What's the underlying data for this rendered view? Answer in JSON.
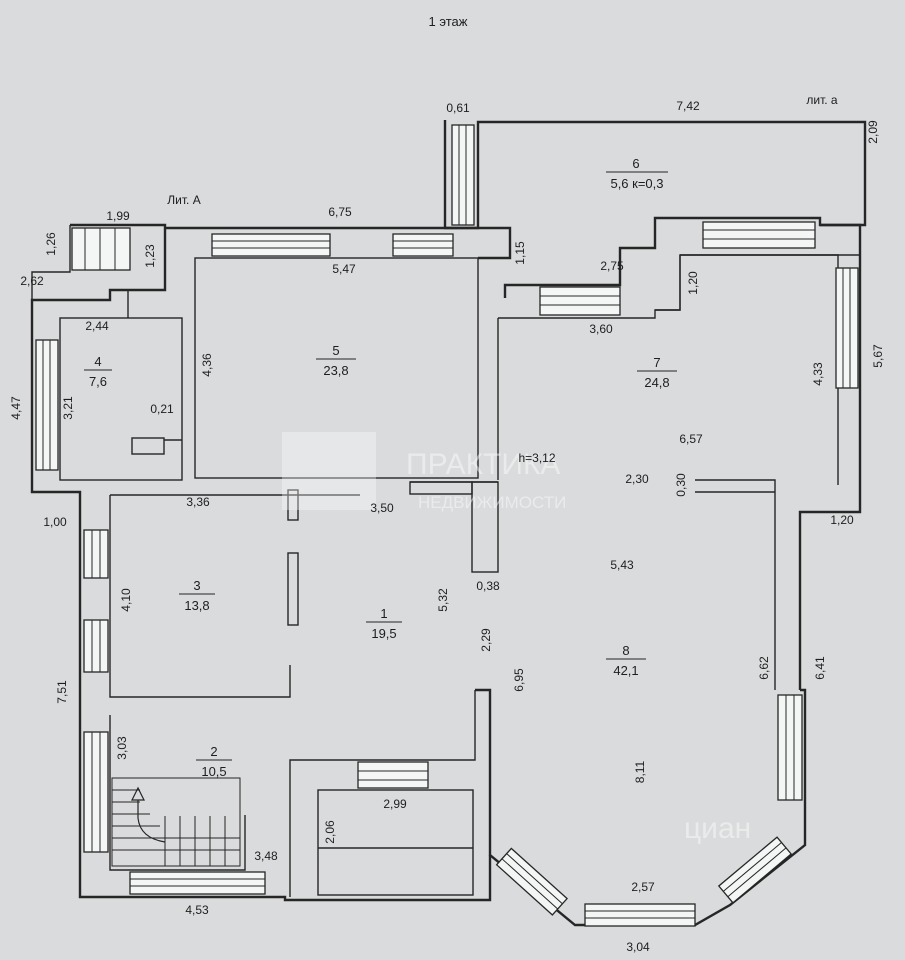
{
  "page": {
    "title": "1 этаж",
    "lit_big": "Лит. А",
    "lit_small": "лит. а",
    "ceiling_height": "h=3,12"
  },
  "rooms": [
    {
      "id": "1",
      "number": "1",
      "area": "19,5"
    },
    {
      "id": "2",
      "number": "2",
      "area": "10,5"
    },
    {
      "id": "3",
      "number": "3",
      "area": "13,8"
    },
    {
      "id": "4",
      "number": "4",
      "area": "7,6"
    },
    {
      "id": "5",
      "number": "5",
      "area": "23,8"
    },
    {
      "id": "6",
      "number": "6",
      "area": "5,6 к=0,3"
    },
    {
      "id": "7",
      "number": "7",
      "area": "24,8"
    },
    {
      "id": "8",
      "number": "8",
      "area": "42,1"
    }
  ],
  "dimensions": [
    "0,61",
    "7,42",
    "2,09",
    "1,99",
    "6,75",
    "1,26",
    "1,23",
    "1,15",
    "2,62",
    "5,47",
    "2,75",
    "1,20",
    "2,44",
    "3,60",
    "4,36",
    "4,33",
    "5,67",
    "4,47",
    "3,21",
    "0,21",
    "6,57",
    "2,30",
    "0,30",
    "3,36",
    "3,50",
    "1,00",
    "1,20",
    "0,38",
    "5,43",
    "4,10",
    "5,32",
    "2,29",
    "6,95",
    "6,62",
    "6,41",
    "7,51",
    "3,03",
    "8,11",
    "2,99",
    "2,06",
    "3,48",
    "2,57",
    "4,53",
    "3,04"
  ],
  "watermark": {
    "line1": "ПРАКТИКА",
    "line2": "НЕДВИЖИМОСТИ",
    "corner": "циан"
  },
  "colors": {
    "paper": "#d9dbdc",
    "ink": "#262626"
  }
}
